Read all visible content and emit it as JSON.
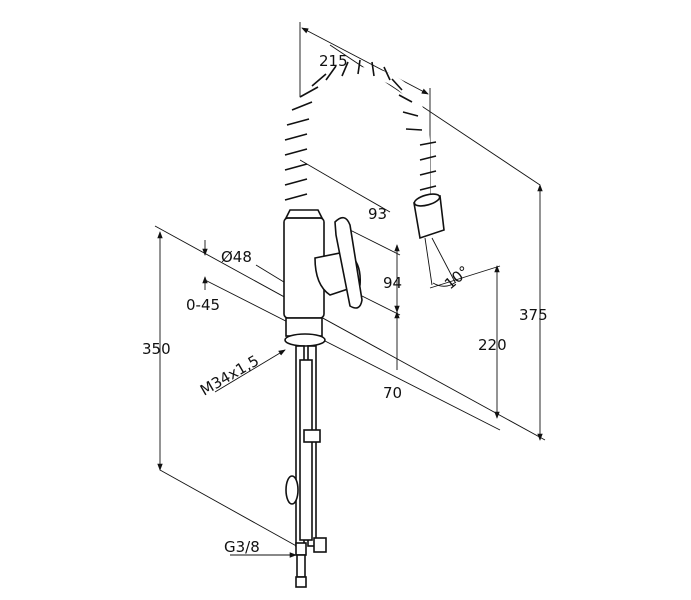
{
  "drawing": {
    "dimensions": {
      "width_top": "215",
      "spout_offset": "93",
      "diameter": "Ø48",
      "lever_height": "94",
      "worktop_thickness": "0-45",
      "total_below": "350",
      "thread": "M34x1,5",
      "base_height": "70",
      "spout_height": "220",
      "total_height": "375",
      "spout_angle": "10°",
      "connection": "G3/8"
    },
    "line_color": "#111111"
  }
}
